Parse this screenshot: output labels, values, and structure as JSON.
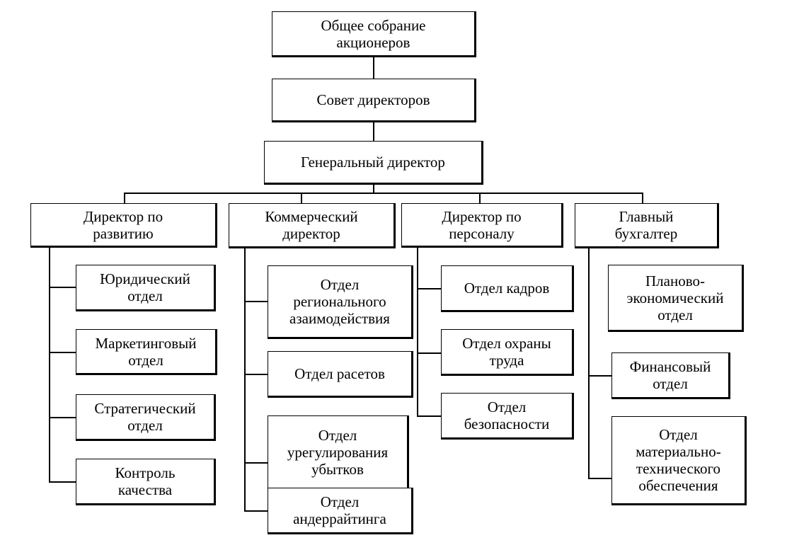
{
  "diagram": {
    "type": "org-chart",
    "root": {
      "label": "Общее собрание\nакционеров"
    },
    "board": {
      "label": "Совет директоров"
    },
    "ceo": {
      "label": "Генеральный директор"
    },
    "directors": [
      {
        "label": "Директор по\nразвитию",
        "departments": [
          "Юридический\nотдел",
          "Маркетинговый\nотдел",
          "Стратегический\nотдел",
          "Контроль\nкачества"
        ]
      },
      {
        "label": "Коммерческий\nдиректор",
        "departments": [
          "Отдел\nрегионального\nазаимодействия",
          "Отдел расетов",
          "Отдел\nурегулирования\nубытков",
          "Отдел\nандеррайтинга"
        ]
      },
      {
        "label": "Директор по\nперсоналу",
        "departments": [
          "Отдел кадров",
          "Отдел охраны\nтруда",
          "Отдел\nбезопасности"
        ]
      },
      {
        "label": "Главный\nбухгалтер",
        "departments": [
          "Планово-\nэкономический\nотдел",
          "Финансовый\nотдел",
          "Отдел\nматериально-\nтехнического\nобеспечения"
        ]
      }
    ]
  }
}
